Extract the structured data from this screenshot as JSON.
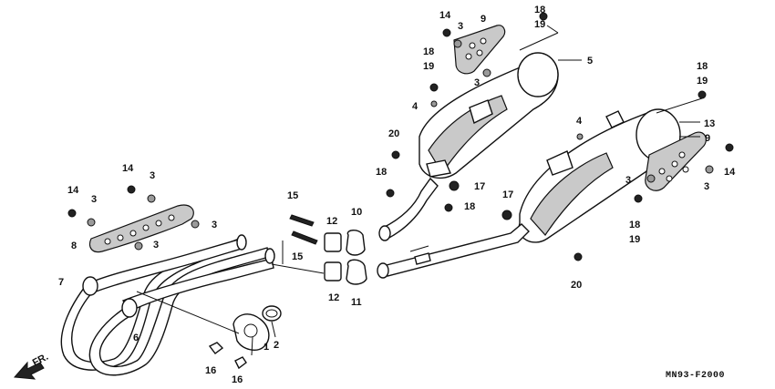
{
  "diagram": {
    "caption": "MN93-F2000",
    "direction_label": "FR.",
    "callouts": {
      "n1": "1",
      "n2": "2",
      "n3": "3",
      "n4": "4",
      "n5": "5",
      "n6": "6",
      "n7": "7",
      "n8": "8",
      "n9": "9",
      "n10": "10",
      "n11": "11",
      "n12": "12",
      "n13": "13",
      "n14": "14",
      "n15": "15",
      "n16": "16",
      "n17": "17",
      "n18": "18",
      "n19": "19",
      "n20": "20"
    }
  }
}
